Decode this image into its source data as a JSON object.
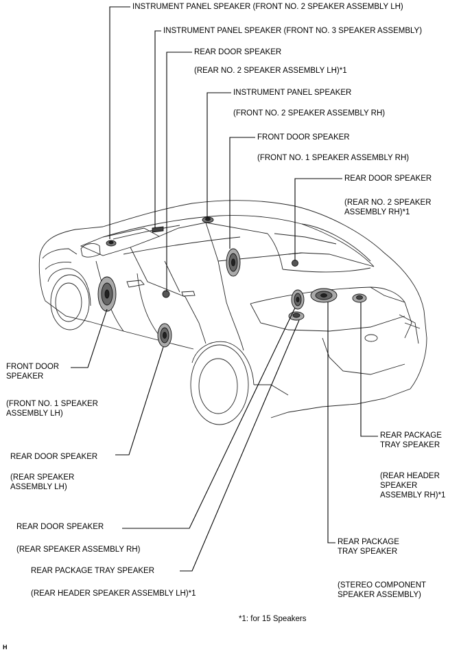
{
  "labels": {
    "ip_spk_lh": "INSTRUMENT PANEL SPEAKER (FRONT NO. 2 SPEAKER ASSEMBLY LH)",
    "ip_spk_no3": "INSTRUMENT PANEL SPEAKER (FRONT NO. 3 SPEAKER ASSEMBLY)",
    "rear_door_lh_name": "REAR DOOR SPEAKER",
    "rear_door_lh_part": "(REAR NO. 2 SPEAKER ASSEMBLY LH)*1",
    "ip_spk_rh_name": "INSTRUMENT PANEL SPEAKER",
    "ip_spk_rh_part": "(FRONT NO. 2 SPEAKER ASSEMBLY RH)",
    "front_door_rh_name": "FRONT DOOR SPEAKER",
    "front_door_rh_part": "(FRONT NO. 1 SPEAKER ASSEMBLY RH)",
    "rear_door_rh_no2_name": "REAR DOOR SPEAKER",
    "rear_door_rh_no2_part_1": "(REAR NO. 2 SPEAKER",
    "rear_door_rh_no2_part_2": "ASSEMBLY RH)*1",
    "front_door_lh_name_1": "FRONT DOOR",
    "front_door_lh_name_2": "SPEAKER",
    "front_door_lh_part_1": "(FRONT NO. 1 SPEAKER",
    "front_door_lh_part_2": "ASSEMBLY LH)",
    "rear_door_lh_main_name": "REAR DOOR SPEAKER",
    "rear_door_lh_main_part_1": "(REAR SPEAKER",
    "rear_door_lh_main_part_2": "ASSEMBLY LH)",
    "rear_pkg_header_rh_name_1": "REAR PACKAGE",
    "rear_pkg_header_rh_name_2": "TRAY SPEAKER",
    "rear_pkg_header_rh_part_1": "(REAR HEADER",
    "rear_pkg_header_rh_part_2": "SPEAKER",
    "rear_pkg_header_rh_part_3": "ASSEMBLY RH)*1",
    "rear_door_rh_main_name": "REAR DOOR SPEAKER",
    "rear_door_rh_main_part": "(REAR SPEAKER ASSEMBLY RH)",
    "rear_pkg_stereo_name_1": "REAR PACKAGE",
    "rear_pkg_stereo_name_2": "TRAY SPEAKER",
    "rear_pkg_stereo_part_1": "(STEREO COMPONENT",
    "rear_pkg_stereo_part_2": "SPEAKER ASSEMBLY)",
    "rear_pkg_header_lh_name": "REAR PACKAGE TRAY SPEAKER",
    "rear_pkg_header_lh_part": "(REAR HEADER SPEAKER ASSEMBLY LH)*1",
    "footnote": "*1: for 15 Speakers",
    "figure_id": "H"
  }
}
